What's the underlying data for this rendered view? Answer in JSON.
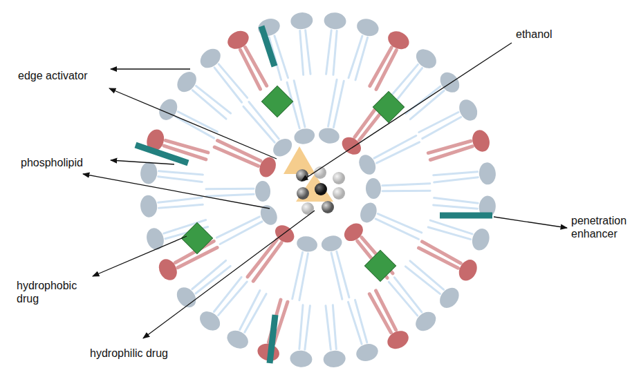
{
  "diagram": {
    "labels": [
      "edge activator",
      "ethanol",
      "phospholipid",
      "penetration enhancer",
      "hydrophobic drug",
      "hydrophilic drug"
    ]
  }
}
